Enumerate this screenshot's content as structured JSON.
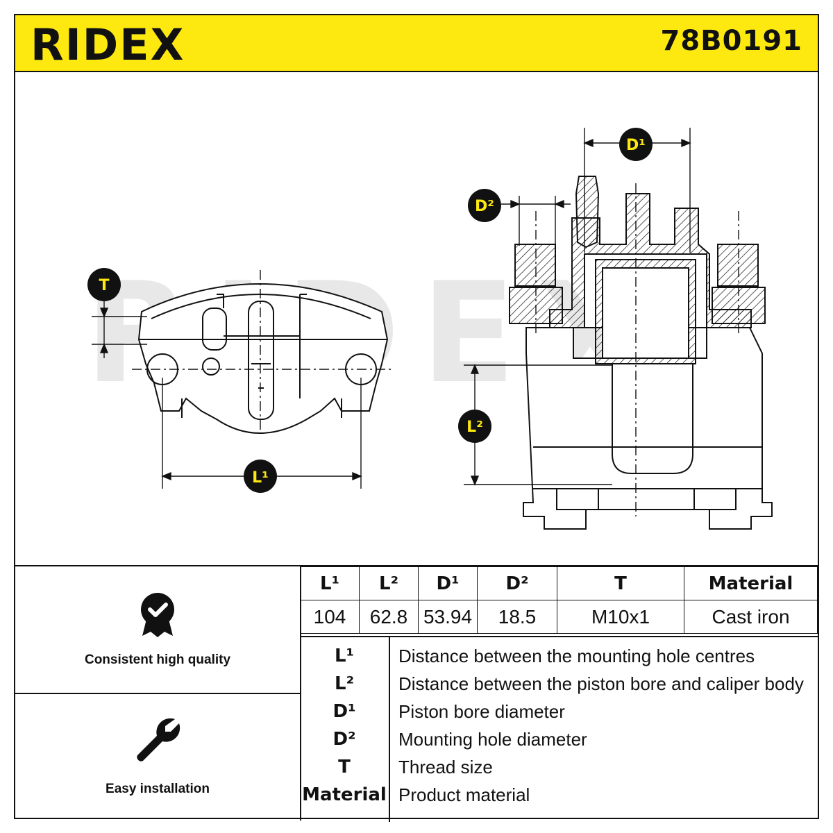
{
  "header": {
    "brand": "RIDEX",
    "part_number": "78B0191",
    "accent_color": "#fde910"
  },
  "drawing": {
    "watermark": "RIDEX",
    "markers": {
      "t": "T",
      "l1": "L¹",
      "l2": "L²",
      "d1": "D¹",
      "d2": "D²"
    }
  },
  "features": [
    {
      "icon": "quality-badge-icon",
      "label": "Consistent high quality"
    },
    {
      "icon": "wrench-icon",
      "label": "Easy installation"
    }
  ],
  "dimensions": {
    "headers": [
      "L¹",
      "L²",
      "D¹",
      "D²",
      "T",
      "Material"
    ],
    "values": [
      "104",
      "62.8",
      "53.94",
      "18.5",
      "M10x1",
      "Cast iron"
    ]
  },
  "legend": [
    {
      "key": "L¹",
      "desc": "Distance between the mounting hole centres"
    },
    {
      "key": "L²",
      "desc": "Distance between the piston bore and caliper body"
    },
    {
      "key": "D¹",
      "desc": "Piston bore diameter"
    },
    {
      "key": "D²",
      "desc": "Mounting hole diameter"
    },
    {
      "key": "T",
      "desc": "Thread size"
    },
    {
      "key": "Material",
      "desc": "Product material"
    }
  ]
}
